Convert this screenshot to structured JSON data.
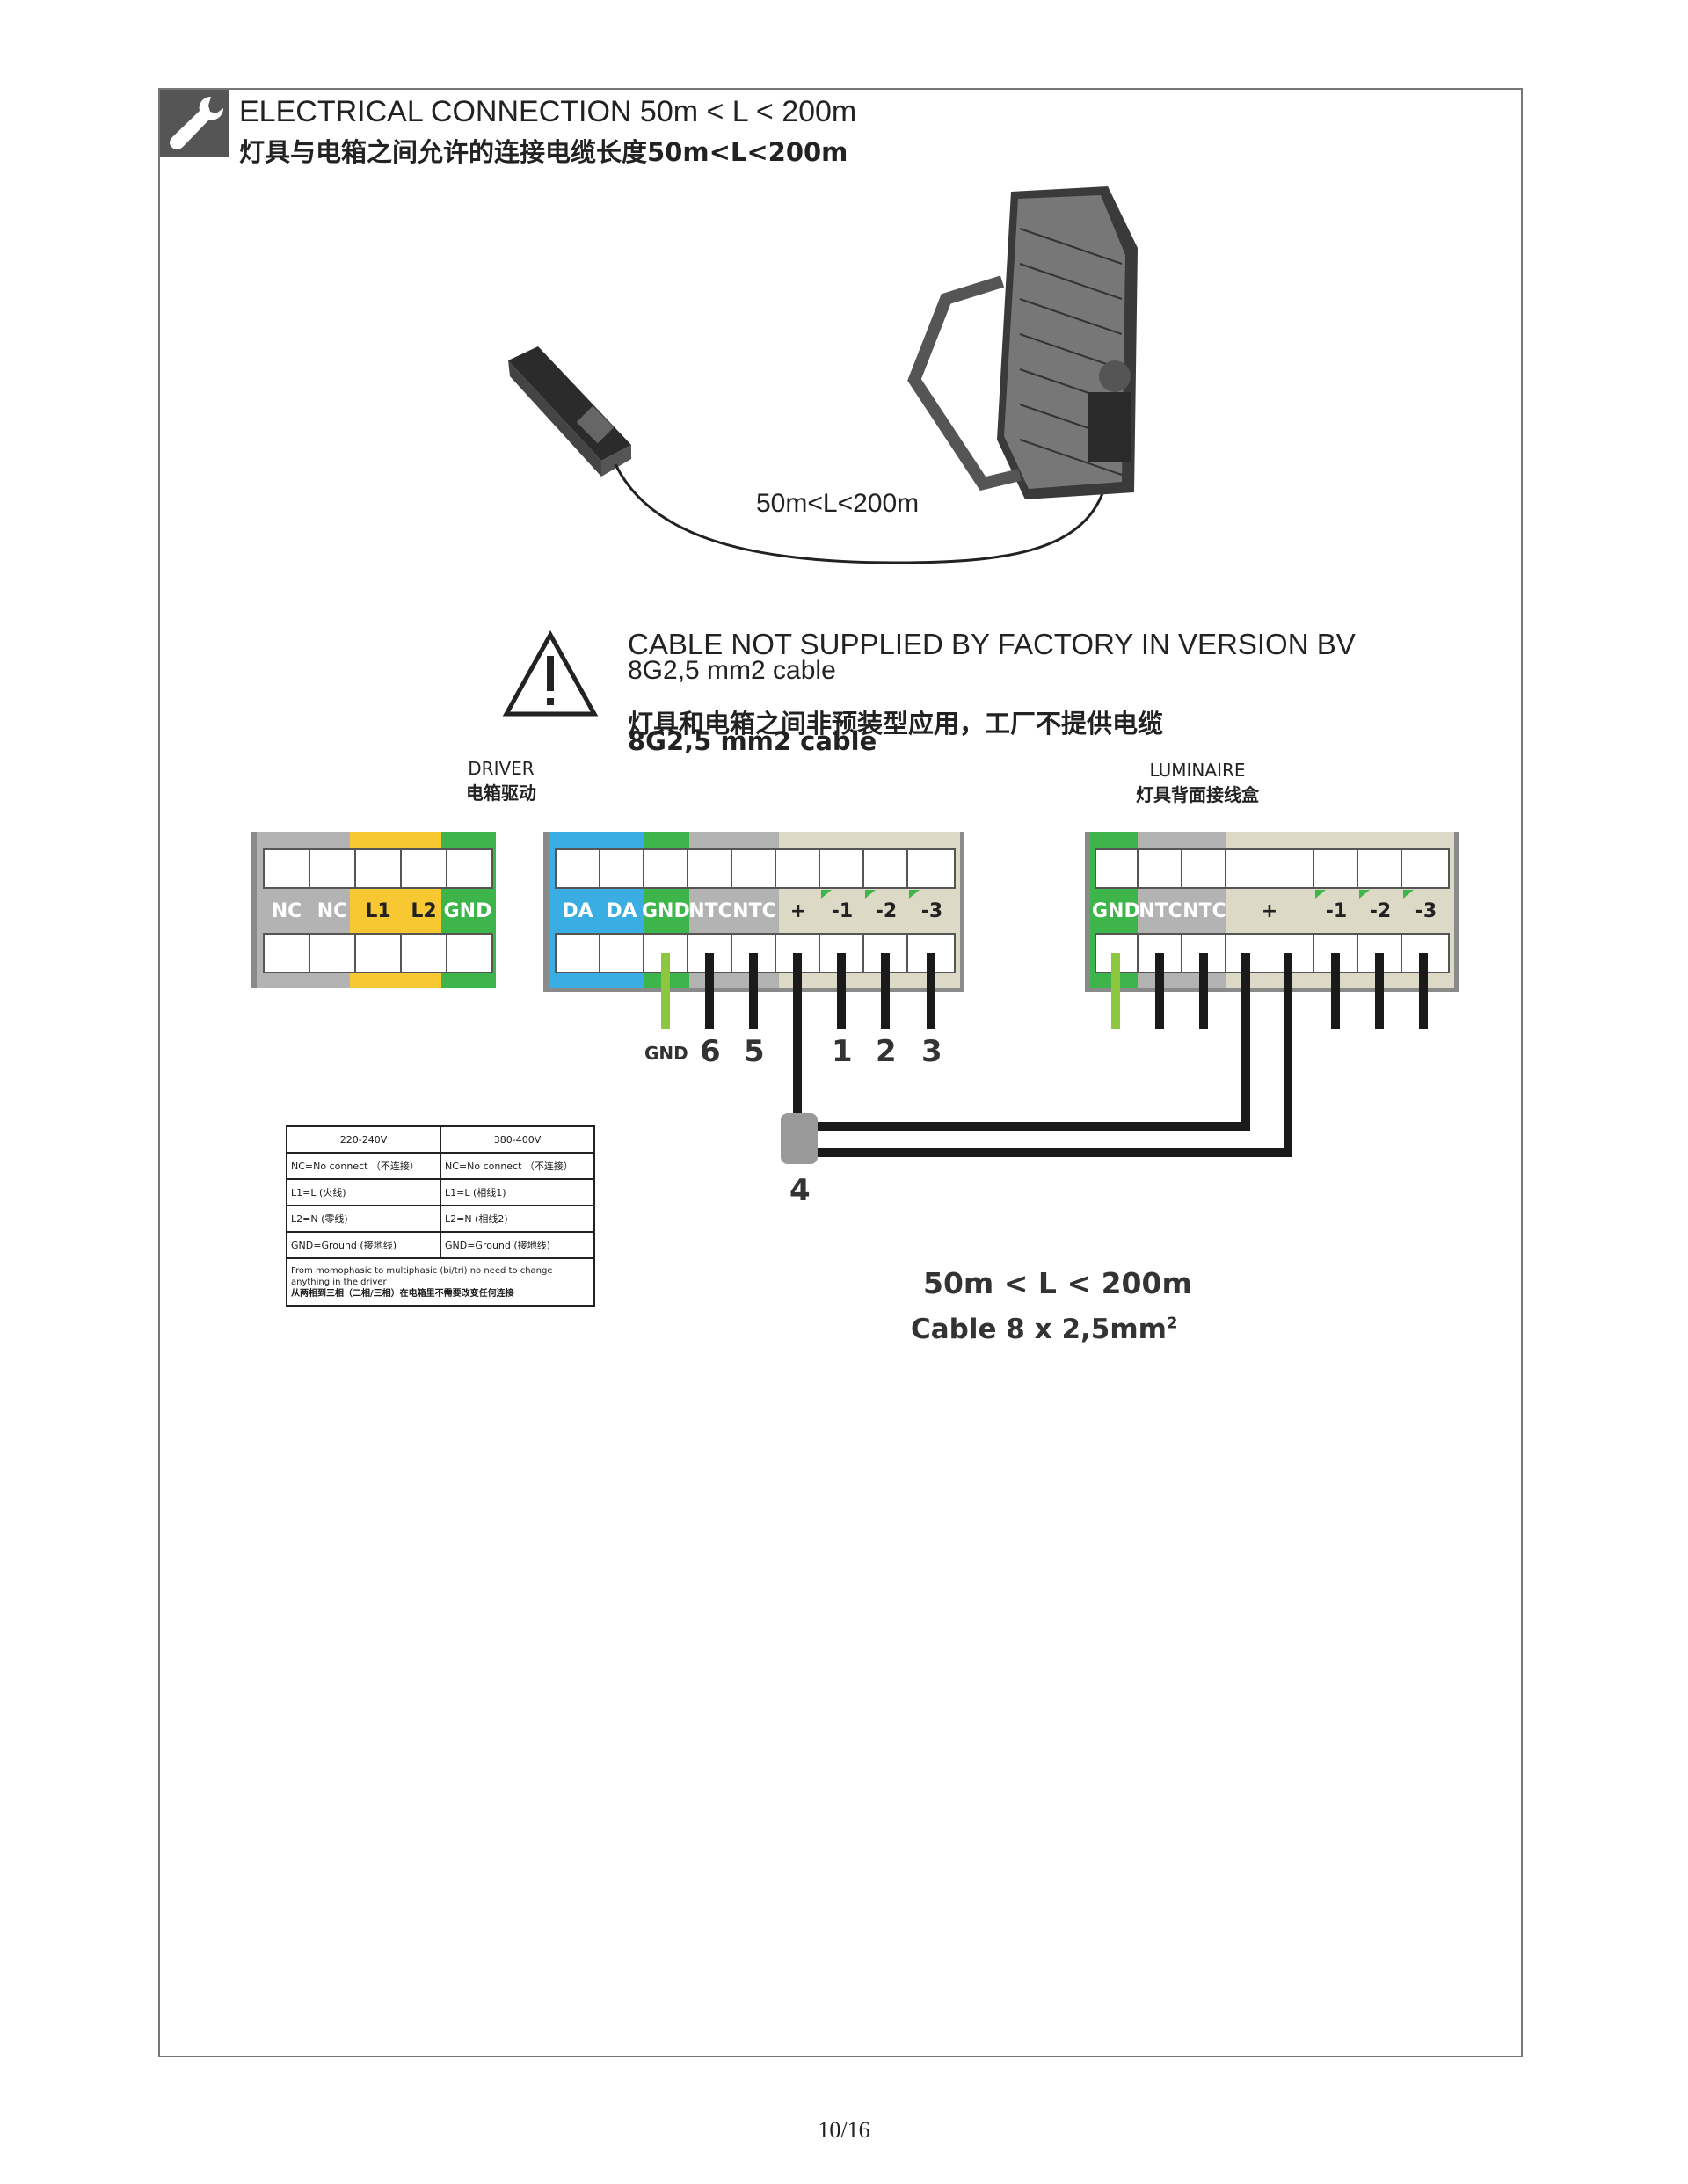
{
  "header": {
    "title_en": "ELECTRICAL CONNECTION 50m < L < 200m",
    "title_cn": "灯具与电箱之间允许的连接电缆长度50m<L<200m"
  },
  "illustration": {
    "cable_length_label": "50m<L<200m"
  },
  "warning": {
    "line1_en": "CABLE NOT SUPPLIED BY  FACTORY IN VERSION BV",
    "line2_en": "8G2,5 mm2 cable",
    "line1_cn": "灯具和电箱之间非预装型应用，工厂不提供电缆",
    "line2_cn": "8G2,5 mm2 cable"
  },
  "driver": {
    "label_en": "DRIVER",
    "label_cn": "电箱驱动"
  },
  "luminaire": {
    "label_en": "LUMINAIRE",
    "label_cn": "灯具背面接线盒"
  },
  "terminals": {
    "power": [
      "NC",
      "NC",
      "L1",
      "L2",
      "GND"
    ],
    "driver_out": [
      "DA",
      "DA",
      "GND",
      "NTC",
      "NTC",
      "+",
      "-1",
      "-2",
      "-3"
    ],
    "luminaire": [
      "GND",
      "NTC",
      "NTC",
      "+",
      "-1",
      "-2",
      "-3"
    ]
  },
  "wire_numbers": {
    "gnd": "GND",
    "w6": "6",
    "w5": "5",
    "w1": "1",
    "w2": "2",
    "w3": "3",
    "w4": "4"
  },
  "voltage_table": {
    "col1": "220-240V",
    "col2": "380-400V",
    "rows": [
      [
        "NC=No connect （不连接）",
        "NC=No connect （不连接）"
      ],
      [
        "L1=L (火线)",
        "L1=L (相线1)"
      ],
      [
        "L2=N (零线)",
        "L2=N (相线2)"
      ],
      [
        "GND=Ground (接地线)",
        "GND=Ground (接地线)"
      ]
    ],
    "note_en": "From momophasic to multiphasic (bi/tri) no need to change anything in the driver",
    "note_cn": "从两相到三相（二相/三相）在电箱里不需要改变任何连接"
  },
  "summary": {
    "length": "50m < L < 200m",
    "cable": "Cable 8 x 2,5mm",
    "cable_sup": "2"
  },
  "footer": {
    "page": "10/16"
  },
  "colors": {
    "yellow": "#f7c832",
    "green": "#3db54a",
    "blue": "#3aaee2",
    "grey": "#b3b3b3",
    "beige": "#dcd9c6",
    "box": "#8a8a8a"
  }
}
